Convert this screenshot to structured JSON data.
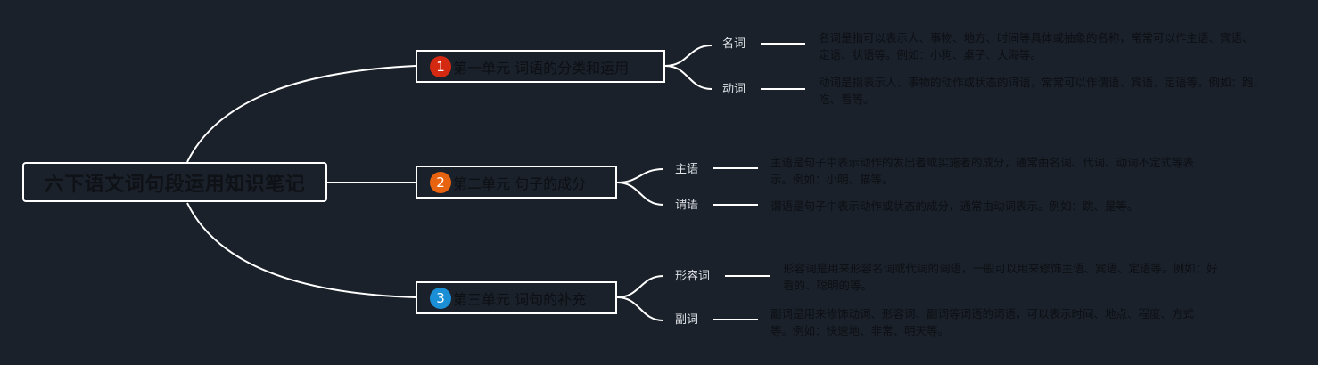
{
  "mindmap": {
    "root": {
      "title": "六下语文词句段运用知识笔记"
    },
    "units": [
      {
        "number": "1",
        "title": "第一单元 词语的分类和运用",
        "badge_color": "#d42a12",
        "terms": [
          {
            "term": "名词",
            "desc": "名词是指可以表示人、事物、地方、时间等具体或抽象的名称，常常可以作主语、宾语、定语、状语等。例如：小狗、桌子、大海等。"
          },
          {
            "term": "动词",
            "desc": "动词是指表示人、事物的动作或状态的词语，常常可以作谓语、宾语、定语等。例如：跑、吃、看等。"
          }
        ]
      },
      {
        "number": "2",
        "title": "第二单元 句子的成分",
        "badge_color": "#e8630f",
        "terms": [
          {
            "term": "主语",
            "desc": "主语是句子中表示动作的发出者或实施者的成分，通常由名词、代词、动词不定式等表示。例如：小明、猫等。"
          },
          {
            "term": "谓语",
            "desc": "谓语是句子中表示动作或状态的成分，通常由动词表示。例如：跳、是等。"
          }
        ]
      },
      {
        "number": "3",
        "title": "第三单元 词句的补充",
        "badge_color": "#1a8fd6",
        "terms": [
          {
            "term": "形容词",
            "desc": "形容词是用来形容名词或代词的词语，一般可以用来修饰主语、宾语、定语等。例如：好看的、聪明的等。"
          },
          {
            "term": "副词",
            "desc": "副词是用来修饰动词、形容词、副词等词语的词语，可以表示时间、地点、程度、方式等。例如：快速地、非常、明天等。"
          }
        ]
      }
    ]
  }
}
